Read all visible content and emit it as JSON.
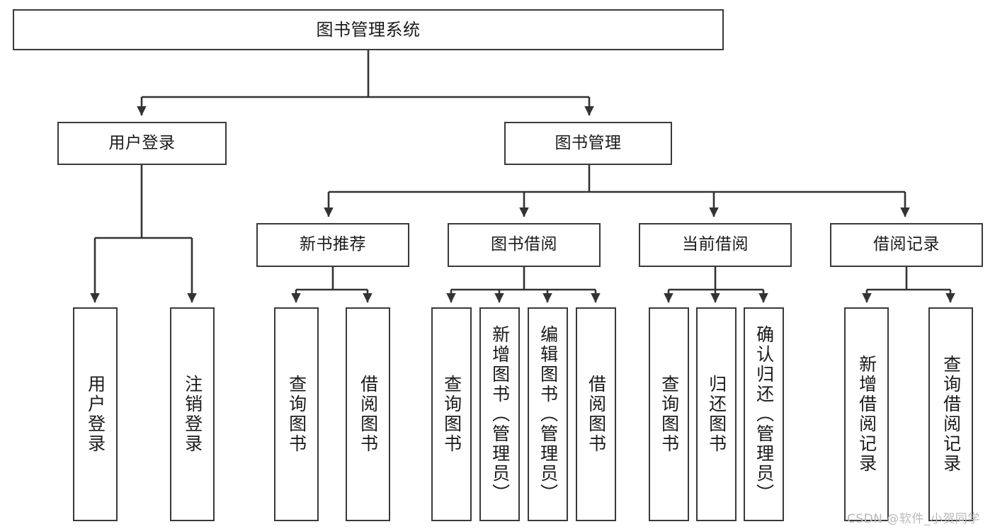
{
  "diagram": {
    "title": "图书管理系统",
    "type": "tree-structure-chart",
    "watermark": "CSDN @软件_小贺同学",
    "colors": {
      "box_border": "#3a3a3a",
      "box_fill": "#ffffff",
      "edge": "#333333",
      "text": "#1a1a1a",
      "watermark": "#b9b9b9",
      "background": "#ffffff"
    },
    "nodes": {
      "root": {
        "label": "图书管理系统"
      },
      "level2": [
        {
          "id": "user-login",
          "label": "用户登录"
        },
        {
          "id": "book-manage",
          "label": "图书管理"
        }
      ],
      "level3": [
        {
          "id": "new-book-recommend",
          "label": "新书推荐"
        },
        {
          "id": "book-borrow",
          "label": "图书借阅"
        },
        {
          "id": "current-borrow",
          "label": "当前借阅"
        },
        {
          "id": "borrow-record",
          "label": "借阅记录"
        }
      ],
      "leaves_user_login": [
        {
          "id": "leaf-user-login",
          "label": "用户登录"
        },
        {
          "id": "leaf-logout-login",
          "label": "注销登录"
        }
      ],
      "leaves_new_book_recommend": [
        {
          "id": "leaf-query-book-1",
          "label": "查询图书"
        },
        {
          "id": "leaf-borrow-book-1",
          "label": "借阅图书"
        }
      ],
      "leaves_book_borrow": [
        {
          "id": "leaf-query-book-2",
          "label": "查询图书"
        },
        {
          "id": "leaf-add-book",
          "label": "新增图书（管理员）"
        },
        {
          "id": "leaf-edit-book",
          "label": "编辑图书（管理员）"
        },
        {
          "id": "leaf-borrow-book-2",
          "label": "借阅图书"
        }
      ],
      "leaves_current_borrow": [
        {
          "id": "leaf-query-book-3",
          "label": "查询图书"
        },
        {
          "id": "leaf-return-book",
          "label": "归还图书"
        },
        {
          "id": "leaf-confirm-return",
          "label": "确认归还（管理员）"
        }
      ],
      "leaves_borrow_record": [
        {
          "id": "leaf-add-borrow-record",
          "label": "新增借阅记录"
        },
        {
          "id": "leaf-query-borrow-record",
          "label": "查询借阅记录"
        }
      ]
    }
  }
}
